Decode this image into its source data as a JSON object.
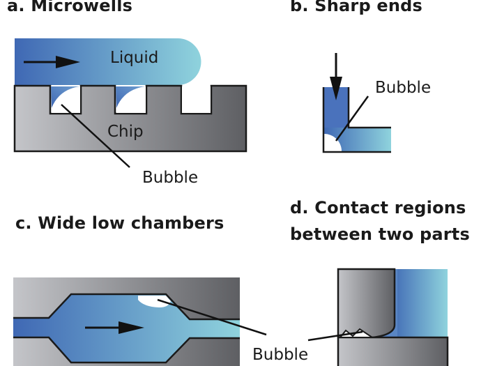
{
  "figure": {
    "panels": [
      {
        "id": "a",
        "title": "a. Microwells",
        "labels": {
          "liquid": "Liquid",
          "chip": "Chip",
          "bubble": "Bubble"
        }
      },
      {
        "id": "b",
        "title": "b. Sharp ends",
        "labels": {
          "bubble": "Bubble"
        }
      },
      {
        "id": "c",
        "title": "c. Wide low chambers",
        "labels": {}
      },
      {
        "id": "d",
        "title_line1": "d. Contact regions",
        "title_line2": "between two parts",
        "labels": {}
      }
    ],
    "shared_label": "Bubble",
    "colors": {
      "liquid_start": "#3f68b4",
      "liquid_end": "#8fd3dd",
      "chip_start": "#c2c3c7",
      "chip_end": "#5e5f63",
      "outline": "#1a1a1a",
      "bubble": "#ffffff"
    }
  }
}
